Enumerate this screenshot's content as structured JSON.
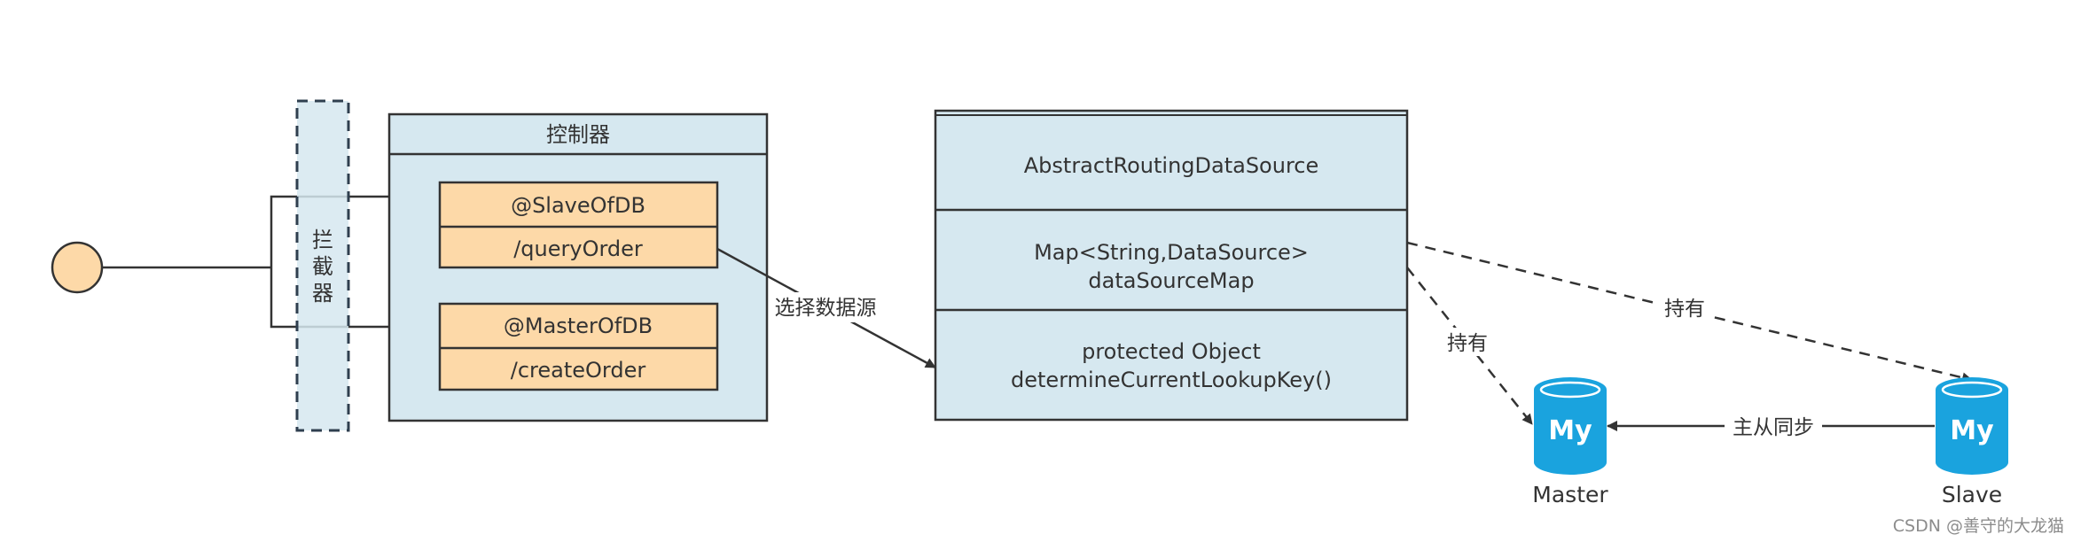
{
  "start_node": "",
  "interceptor": {
    "label_lines": [
      "拦",
      "截",
      "器"
    ]
  },
  "controller": {
    "title": "控制器",
    "slave_annotation": "@SlaveOfDB",
    "slave_method": "/queryOrder",
    "master_annotation": "@MasterOfDB",
    "master_method": "/createOrder"
  },
  "routing": {
    "class_name": "AbstractRoutingDataSource",
    "field_line1": "Map<String,DataSource>",
    "field_line2": "dataSourceMap",
    "method_line1": "protected Object",
    "method_line2": "determineCurrentLookupKey()"
  },
  "edges": {
    "select_source": "选择数据源",
    "holds_master": "持有",
    "holds_slave": "持有",
    "sync": "主从同步"
  },
  "databases": {
    "master": {
      "label": "Master",
      "logo": "My",
      "icon": "mysql-database-icon"
    },
    "slave": {
      "label": "Slave",
      "logo": "My",
      "icon": "mysql-database-icon"
    }
  },
  "watermark": "CSDN @善守的大龙猫",
  "colors": {
    "box_fill": "#d6e8f0",
    "orange_fill": "#fdd9a8",
    "start_fill": "#fdd9a8",
    "db_blue": "#1aa3de",
    "stroke": "#333333"
  }
}
